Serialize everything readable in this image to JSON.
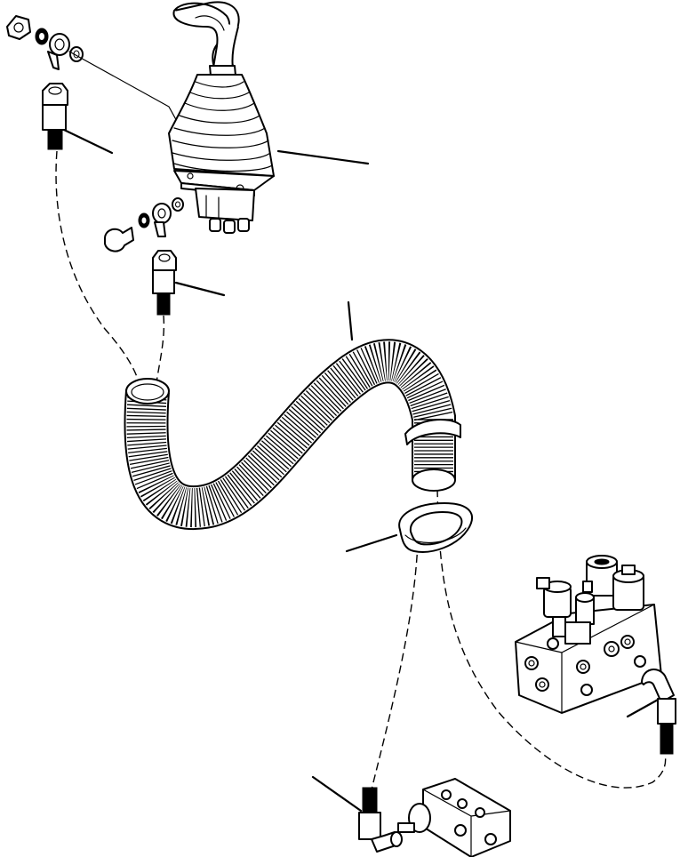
{
  "diagram": {
    "components": [
      {
        "id": "joystick-control-valve",
        "icon": "joystick-icon"
      },
      {
        "id": "corrugated-protective-sleeve",
        "icon": "sleeve-icon"
      },
      {
        "id": "upper-hose-fitting",
        "icon": "hose-fitting-icon"
      },
      {
        "id": "lower-hose-fitting",
        "icon": "hose-fitting-icon"
      },
      {
        "id": "grommet",
        "icon": "grommet-icon"
      },
      {
        "id": "solenoid-valve-block",
        "icon": "valve-block-icon"
      },
      {
        "id": "manifold-block",
        "icon": "manifold-icon"
      },
      {
        "id": "right-hose-end",
        "icon": "hose-fitting-icon"
      },
      {
        "id": "bottom-hose-end",
        "icon": "hose-fitting-icon"
      }
    ],
    "ink_color": "#000000",
    "paper_color": "#ffffff"
  }
}
